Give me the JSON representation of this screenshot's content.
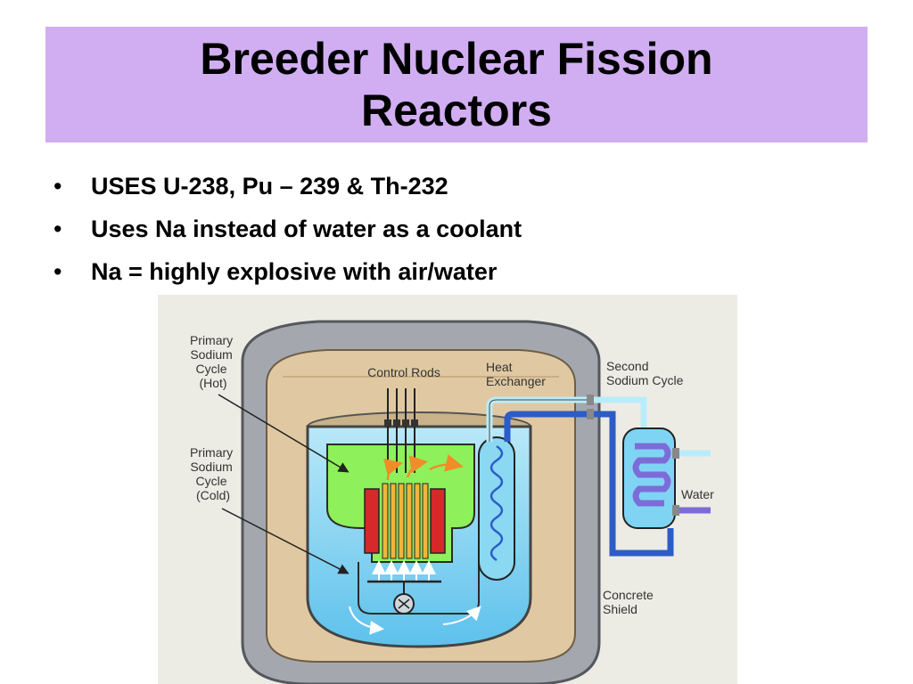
{
  "slide": {
    "title_line1": "Breeder Nuclear Fission",
    "title_line2": "Reactors",
    "bullet_glyph": "•",
    "bullets": [
      "USES U-238, Pu – 239 & Th-232",
      "Uses Na instead of water as a coolant",
      "Na = highly explosive with air/water"
    ]
  },
  "colors": {
    "title_background": "#d1aef2",
    "hot_sodium": "#8ef05a",
    "cold_sodium": "#69c9ef",
    "fuel_rods": "#f2b43c",
    "control_blocks": "#d7282a",
    "flow_arrows": "#f28c28",
    "second_loop_pipe": "#2c5cc8",
    "water": "#7c6cd8"
  },
  "diagram": {
    "labels": {
      "primary_hot": [
        "Primary",
        "Sodium",
        "Cycle",
        "(Hot)"
      ],
      "primary_cold": [
        "Primary",
        "Sodium",
        "Cycle",
        "(Cold)"
      ],
      "control_rods": "Control Rods",
      "heat_exchanger": [
        "Heat",
        "Exchanger"
      ],
      "second_cycle": [
        "Second",
        "Sodium Cycle"
      ],
      "water": "Water",
      "concrete_shield": [
        "Concrete",
        "Shield"
      ]
    }
  }
}
